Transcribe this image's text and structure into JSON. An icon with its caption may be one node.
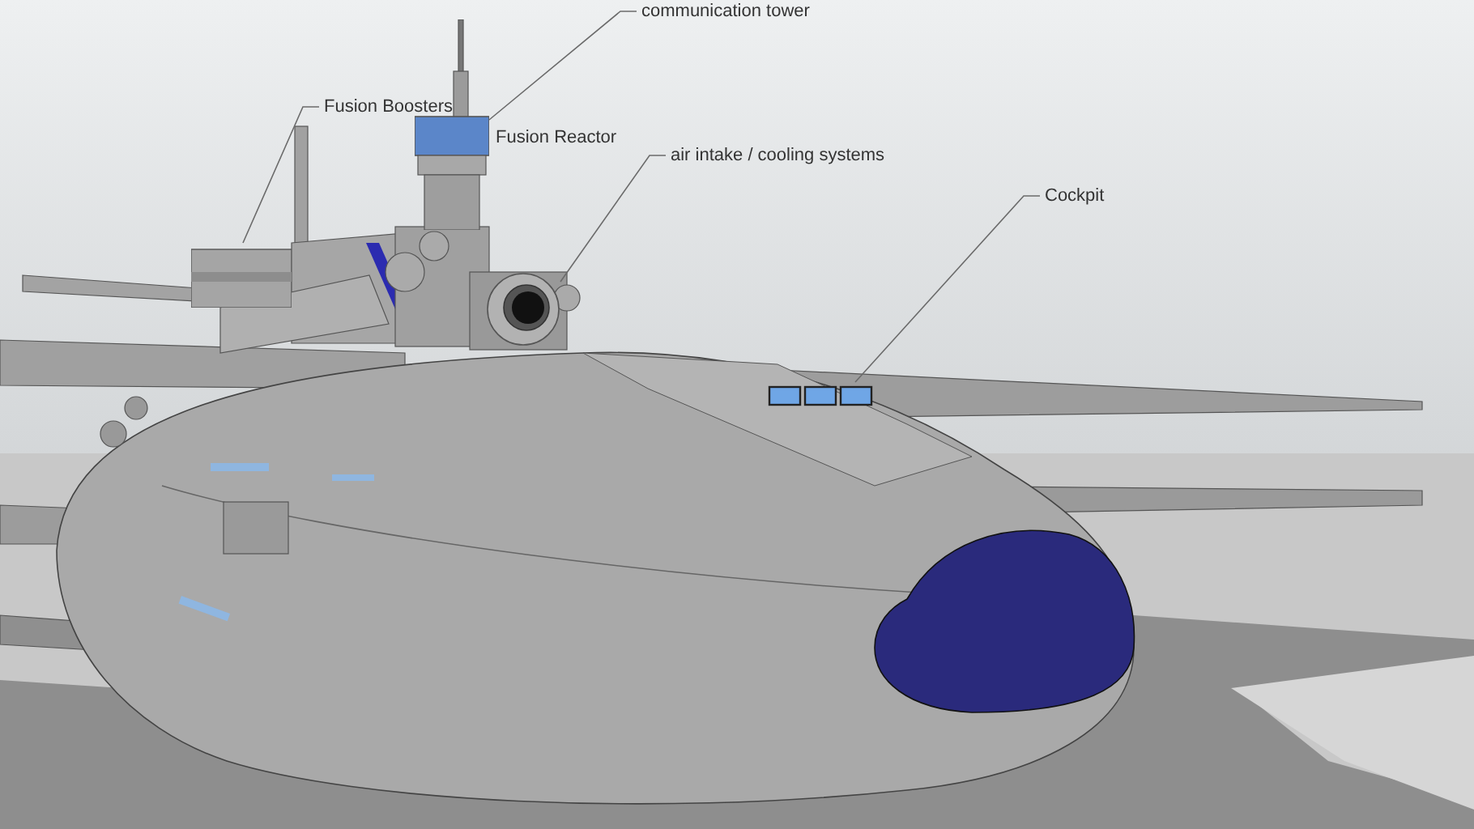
{
  "diagram": {
    "nodes": [
      {
        "text": [
          "communication tower"
        ]
      },
      {
        "text": [
          "Fusion Boosters"
        ]
      },
      {
        "text": [
          "air intake / cooling systems"
        ]
      },
      {
        "text": [
          "Cockpit"
        ]
      },
      {
        "text": [],
        "shape": "picture"
      },
      {
        "text": [],
        "shape": "picture"
      },
      {
        "text": [],
        "shape": "picture"
      },
      {
        "text": [],
        "shape": "picture"
      }
    ],
    "edges": [
      {
        "from": 0,
        "to": 4,
        "arrow": "none"
      },
      {
        "from": 1,
        "to": 5,
        "arrow": "none"
      },
      {
        "from": 2,
        "to": 6,
        "arrow": "none"
      },
      {
        "from": 3,
        "to": 7,
        "arrow": "none"
      }
    ],
    "labels": [
      "Fusion Reactor"
    ]
  }
}
